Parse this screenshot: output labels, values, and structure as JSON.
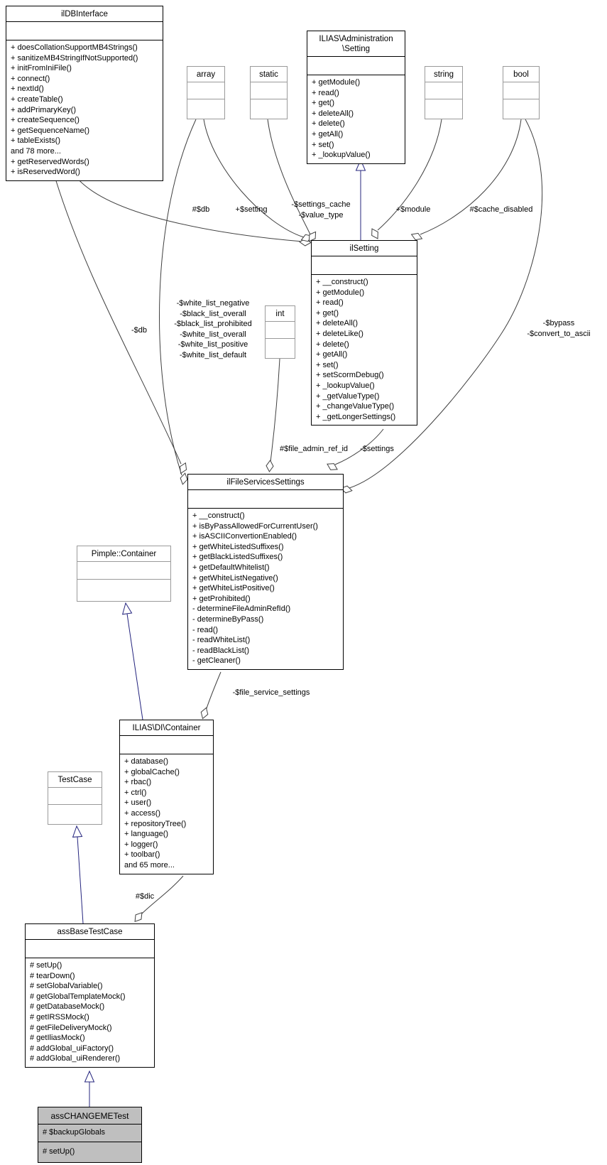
{
  "classes": [
    {
      "name": "ilDBInterface",
      "attributes": [],
      "methods": [
        "+ doesCollationSupportMB4Strings()",
        "+ sanitizeMB4StringIfNotSupported()",
        "+ initFromIniFile()",
        "+ connect()",
        "+ nextId()",
        "+ createTable()",
        "+ addPrimaryKey()",
        "+ createSequence()",
        "+ getSequenceName()",
        "+ tableExists()",
        "and 78 more...",
        "+ getReservedWords()",
        "+ isReservedWord()"
      ]
    },
    {
      "name": "ILIAS\\Administration\n\\Setting",
      "attributes": [],
      "methods": [
        "+ getModule()",
        "+ read()",
        "+ get()",
        "+ deleteAll()",
        "+ delete()",
        "+ getAll()",
        "+ set()",
        "+ _lookupValue()"
      ]
    },
    {
      "name": "array",
      "attributes": [],
      "methods": []
    },
    {
      "name": "static",
      "attributes": [],
      "methods": []
    },
    {
      "name": "string",
      "attributes": [],
      "methods": []
    },
    {
      "name": "bool",
      "attributes": [],
      "methods": []
    },
    {
      "name": "ilSetting",
      "attributes": [],
      "methods": [
        "+ __construct()",
        "+ getModule()",
        "+ read()",
        "+ get()",
        "+ deleteAll()",
        "+ deleteLike()",
        "+ delete()",
        "+ getAll()",
        "+ set()",
        "+ setScormDebug()",
        "+ _lookupValue()",
        "+ _getValueType()",
        "+ _changeValueType()",
        "+ _getLongerSettings()"
      ]
    },
    {
      "name": "int",
      "attributes": [],
      "methods": []
    },
    {
      "name": "ilFileServicesSettings",
      "attributes": [],
      "methods": [
        "+ __construct()",
        "+ isByPassAllowedForCurrentUser()",
        "+ isASCIIConvertionEnabled()",
        "+ getWhiteListedSuffixes()",
        "+ getBlackListedSuffixes()",
        "+ getDefaultWhitelist()",
        "+ getWhiteListNegative()",
        "+ getWhiteListPositive()",
        "+ getProhibited()",
        "- determineFileAdminRefId()",
        "- determineByPass()",
        "- read()",
        "- readWhiteList()",
        "- readBlackList()",
        "- getCleaner()"
      ]
    },
    {
      "name": "Pimple::Container",
      "attributes": [],
      "methods": []
    },
    {
      "name": "ILIAS\\DI\\Container",
      "attributes": [],
      "methods": [
        "+ database()",
        "+ globalCache()",
        "+ rbac()",
        "+ ctrl()",
        "+ user()",
        "+ access()",
        "+ repositoryTree()",
        "+ language()",
        "+ logger()",
        "+ toolbar()",
        "and 65 more..."
      ]
    },
    {
      "name": "TestCase",
      "attributes": [],
      "methods": []
    },
    {
      "name": "assBaseTestCase",
      "attributes": [],
      "methods": [
        "# setUp()",
        "# tearDown()",
        "# setGlobalVariable()",
        "# getGlobalTemplateMock()",
        "# getDatabaseMock()",
        "# getIRSSMock()",
        "# getFileDeliveryMock()",
        "# getIliasMock()",
        "# addGlobal_uiFactory()",
        "# addGlobal_uiRenderer()"
      ]
    },
    {
      "name": "assCHANGEMETest",
      "attributes": [
        "# $backupGlobals"
      ],
      "methods": [
        "# setUp()"
      ]
    }
  ],
  "edge_labels": [
    {
      "label": "#$db"
    },
    {
      "label": "+$setting"
    },
    {
      "label": "-$settings_cache\n-$value_type"
    },
    {
      "label": "+$module"
    },
    {
      "label": "#$cache_disabled"
    },
    {
      "label": "-$db"
    },
    {
      "label": "-$white_list_negative\n-$black_list_overall\n-$black_list_prohibited\n-$white_list_overall\n-$white_list_positive\n-$white_list_default"
    },
    {
      "label": "#$file_admin_ref_id"
    },
    {
      "label": "-$settings"
    },
    {
      "label": "-$bypass\n-$convert_to_ascii"
    },
    {
      "label": "-$file_service_settings"
    },
    {
      "label": "#$dic"
    }
  ],
  "colors": {
    "aggregation_edge": "#404040",
    "inheritance_edge": "#24247e",
    "class_border": "#000000",
    "external_border": "#9a9a9a",
    "highlight_fill": "#bfbfbf"
  }
}
